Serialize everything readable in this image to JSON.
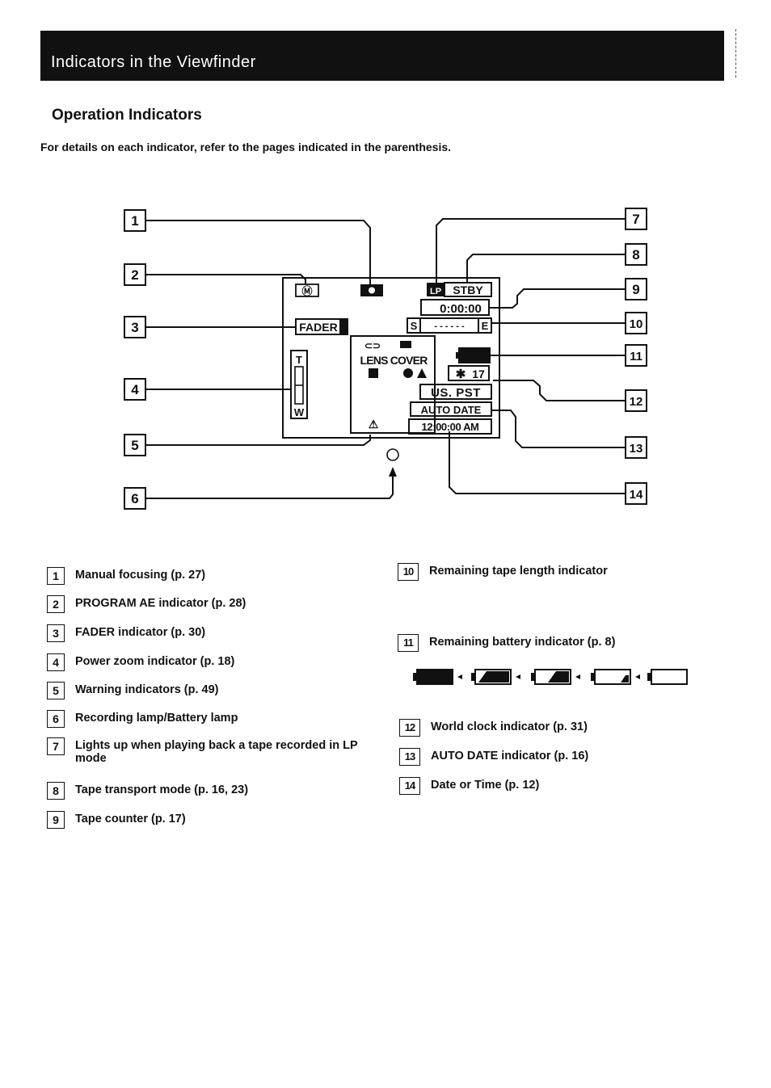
{
  "header": {
    "title": "Indicators in the Viewfinder"
  },
  "subtitle": "Operation Indicators",
  "intro": "For details on each indicator, refer to the pages indicated in the parenthesis.",
  "diagram": {
    "callouts": [
      "1",
      "2",
      "3",
      "4",
      "5",
      "6",
      "7",
      "8",
      "9",
      "10",
      "11",
      "12",
      "13",
      "14"
    ],
    "viewfinder": {
      "fader": "FADER",
      "stby": "STBY",
      "lp": "LP",
      "counter": "0:00:00",
      "tape_s": "S",
      "tape_dots": "- - - - - -",
      "tape_e": "E",
      "lens_cover": "LENS COVER",
      "zoom_t": "T",
      "zoom_w": "W",
      "world_time": "17",
      "us_pst": "US. PST",
      "auto_date": "AUTO DATE",
      "clock": "12:00:00 AM"
    }
  },
  "legend_left": [
    {
      "num": "1",
      "text": "Manual focusing (p. 27)"
    },
    {
      "num": "2",
      "text": "PROGRAM AE indicator (p. 28)"
    },
    {
      "num": "3",
      "text": "FADER indicator (p. 30)"
    },
    {
      "num": "4",
      "text": "Power zoom indicator (p. 18)"
    },
    {
      "num": "5",
      "text": "Warning indicators (p. 49)"
    },
    {
      "num": "6",
      "text": "Recording lamp/Battery lamp"
    },
    {
      "num": "7",
      "text": "Lights up when playing back a tape recorded in LP mode"
    },
    {
      "num": "8",
      "text": "Tape transport mode (p. 16, 23)"
    },
    {
      "num": "9",
      "text": "Tape counter (p. 17)"
    }
  ],
  "legend_right": [
    {
      "num": "10",
      "text": "Remaining tape length indicator"
    },
    {
      "num": "11",
      "text": "Remaining battery indicator (p. 8)"
    },
    {
      "num": "12",
      "text": "World clock indicator (p. 31)"
    },
    {
      "num": "13",
      "text": "AUTO DATE indicator (p. 16)"
    },
    {
      "num": "14",
      "text": "Date or Time (p. 12)"
    }
  ],
  "tape_sequence": {
    "s": "S",
    "e": "E"
  }
}
